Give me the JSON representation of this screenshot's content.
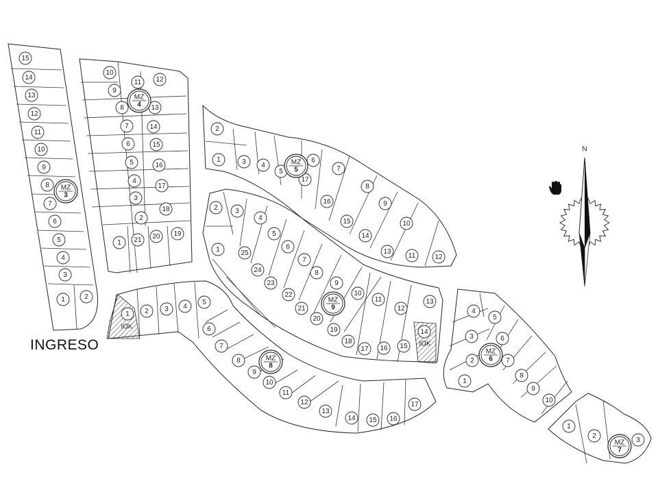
{
  "entrance_label": "INGRESO",
  "north_label": "N",
  "manzanas": [
    {
      "label": "MZ",
      "num": "3",
      "lots": [
        "1",
        "2",
        "3",
        "4",
        "5",
        "6",
        "7",
        "8",
        "9",
        "10",
        "11",
        "12",
        "13",
        "14",
        "15"
      ]
    },
    {
      "label": "MZ",
      "num": "4",
      "lots": [
        "1",
        "2",
        "3",
        "4",
        "5",
        "6",
        "7",
        "8",
        "9",
        "10",
        "11",
        "12",
        "13",
        "14",
        "15",
        "16",
        "17",
        "18",
        "19",
        "20",
        "21"
      ]
    },
    {
      "label": "MZ",
      "num": "5",
      "lots": [
        "1",
        "2",
        "3",
        "4",
        "5",
        "6",
        "7",
        "8",
        "9",
        "10",
        "11",
        "12",
        "13",
        "14",
        "15",
        "16",
        "17"
      ]
    },
    {
      "label": "MZ",
      "num": "9",
      "lots": [
        "1",
        "2",
        "3",
        "4",
        "5",
        "6",
        "7",
        "8",
        "9",
        "10",
        "11",
        "12",
        "13",
        "14",
        "15",
        "16",
        "17",
        "18",
        "19",
        "20",
        "21",
        "22",
        "23",
        "24",
        "25"
      ]
    },
    {
      "label": "MZ",
      "num": "8",
      "lots": [
        "1",
        "2",
        "3",
        "4",
        "5",
        "6",
        "7",
        "8",
        "9",
        "10",
        "11",
        "12",
        "13",
        "14",
        "15",
        "16",
        "17"
      ]
    },
    {
      "label": "MZ",
      "num": "6",
      "lots": [
        "1",
        "2",
        "3",
        "4",
        "5",
        "6",
        "7",
        "8",
        "9",
        "10"
      ]
    },
    {
      "label": "MZ",
      "num": "7",
      "lots": [
        "1",
        "2",
        "3"
      ]
    }
  ],
  "common_area_label": "IOK",
  "icons": [
    "hand-cursor-icon",
    "north-arrow-icon",
    "sun-icon"
  ]
}
